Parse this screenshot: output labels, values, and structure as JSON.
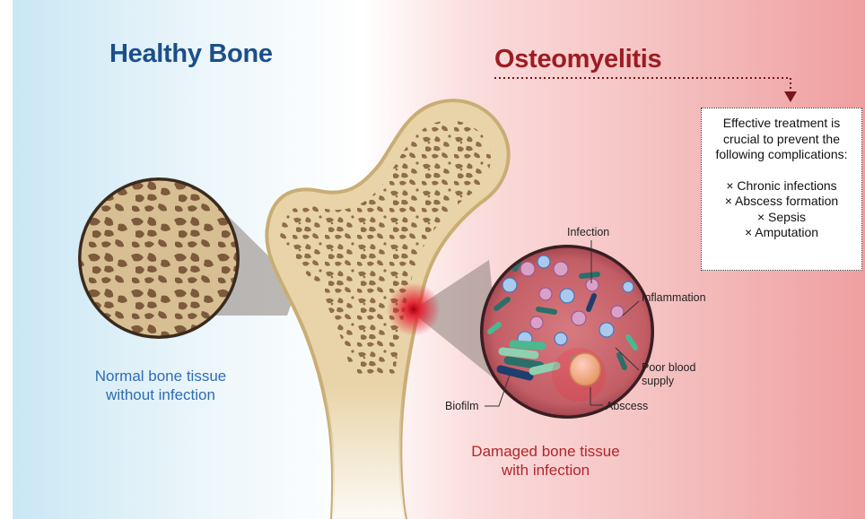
{
  "headings": {
    "healthy": "Healthy Bone",
    "disease": "Osteomyelitis"
  },
  "captions": {
    "normal_line1": "Normal bone tissue",
    "normal_line2": "without infection",
    "damaged_line1": "Damaged bone tissue",
    "damaged_line2": "with infection"
  },
  "labels": {
    "infection": "Infection",
    "inflammation": "Inflammation",
    "poor_blood_line1": "Poor blood",
    "poor_blood_line2": "supply",
    "biofilm": "Biofilm",
    "abscess": "Abscess"
  },
  "treatment_box": {
    "intro": "Effective treatment is crucial to prevent the following complications:",
    "complications": [
      "× Chronic infections",
      "× Abscess formation",
      "× Sepsis",
      "× Amputation"
    ]
  },
  "colors": {
    "healthy_heading": "#1c4e8a",
    "disease_heading": "#9c1c22",
    "normal_caption": "#2f6cb3",
    "damaged_caption": "#b3262c",
    "bone_fill": "#e8d4a8",
    "bone_outline": "#c9ad74",
    "trabecula": "#8f6c4a",
    "infection_glow": "#e3172a"
  }
}
